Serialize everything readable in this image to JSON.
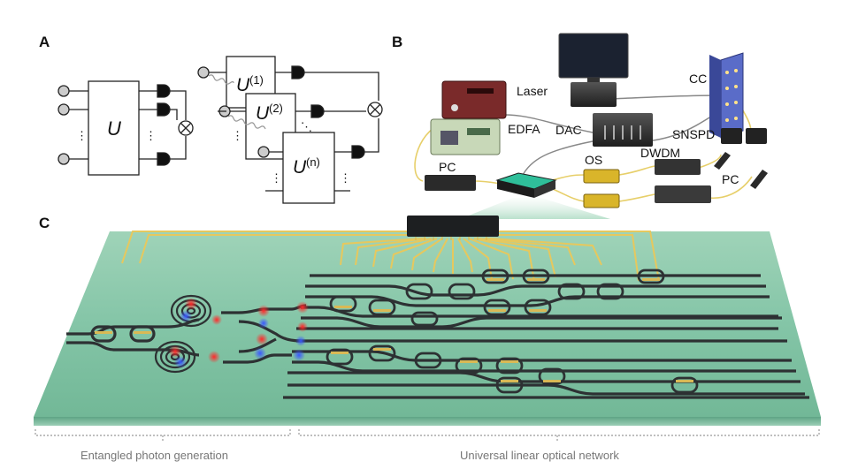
{
  "panels": {
    "a": "A",
    "b": "B",
    "c": "C"
  },
  "circuit": {
    "u_main": "U",
    "u_1_base": "U",
    "u_1_sup": "(1)",
    "u_2_base": "U",
    "u_2_sup": "(2)",
    "u_n_base": "U",
    "u_n_sup": "(n)",
    "dots": "⋮",
    "diag_dots": "⋱"
  },
  "setup": {
    "laser": "Laser",
    "edfa": "EDFA",
    "dac": "DAC",
    "cc": "CC",
    "snspd": "SNSPD",
    "pc_left": "PC",
    "os": "OS",
    "dwdm": "DWDM",
    "pc_right": "PC"
  },
  "captions": {
    "left": "Entangled photon generation",
    "right": "Universal linear optical network"
  },
  "colors": {
    "chip": "#7fc2a4",
    "waveguide": "#2f3335",
    "electrode": "#e3c25a",
    "photon_red": "#ff3b3b",
    "photon_blue": "#3b5bff"
  }
}
